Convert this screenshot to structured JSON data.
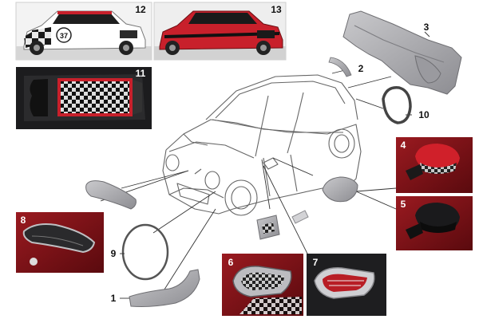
{
  "callouts": {
    "c1": "1",
    "c2": "2",
    "c3": "3",
    "c4": "4",
    "c5": "5",
    "c6": "6",
    "c7": "7",
    "c8": "8",
    "c9": "9",
    "c10": "10",
    "c11": "11",
    "c12": "12",
    "c13": "13"
  },
  "decals": {
    "race_number": "37"
  },
  "colors": {
    "accent_red": "#c8202b",
    "dark_red": "#7a0f14",
    "part_grey": "#a8a8ab",
    "line": "#555555",
    "photo_dark": "#1b1b1d"
  }
}
